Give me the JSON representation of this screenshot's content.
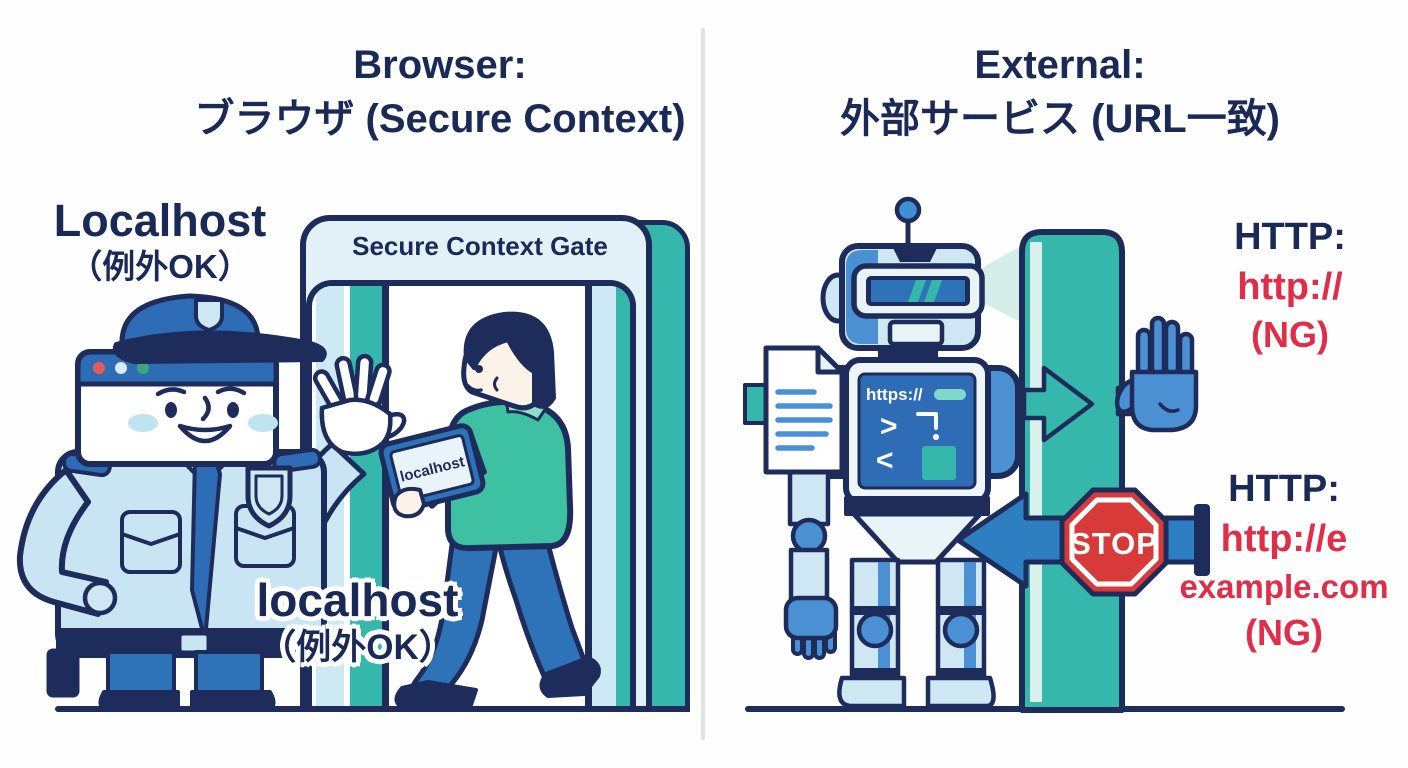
{
  "colors": {
    "navy_outline": "#1d2c5b",
    "text_navy": "#1a2a56",
    "text_red": "#e02d48",
    "stop_red": "#d83a3a",
    "teal": "#35b8ab",
    "sweater_teal": "#3ec0a3",
    "blue": "#2e72b8",
    "robot_blue": "#4a90d2",
    "light_blue": "#cfe7f3",
    "pale_blue": "#e2f1f8",
    "beam_teal": "#d6eee9",
    "divider_gray": "#e3e3e3"
  },
  "left_panel": {
    "title_line1": "Browser:",
    "title_line2": "ブラウザ (Secure Context)",
    "localhost_heading": "Localhost",
    "localhost_heading_sub": "（例外OK）",
    "gate_label": "Secure Context Gate",
    "tablet_label": "localhost",
    "gate_pass_label": "localhost",
    "gate_pass_sub": "（例外OK）"
  },
  "right_panel": {
    "title_line1": "External:",
    "title_line2": "外部サービス (URL一致)",
    "robot_screen": {
      "url": "https://",
      "gt": ">",
      "lt": "<"
    },
    "stop_sign_label": "STOP",
    "top_rule": {
      "label": "HTTP:",
      "value": "http://",
      "status": "(NG)"
    },
    "bottom_rule": {
      "label": "HTTP:",
      "value": "http://e",
      "domain": "example.com",
      "status": "(NG)"
    }
  }
}
